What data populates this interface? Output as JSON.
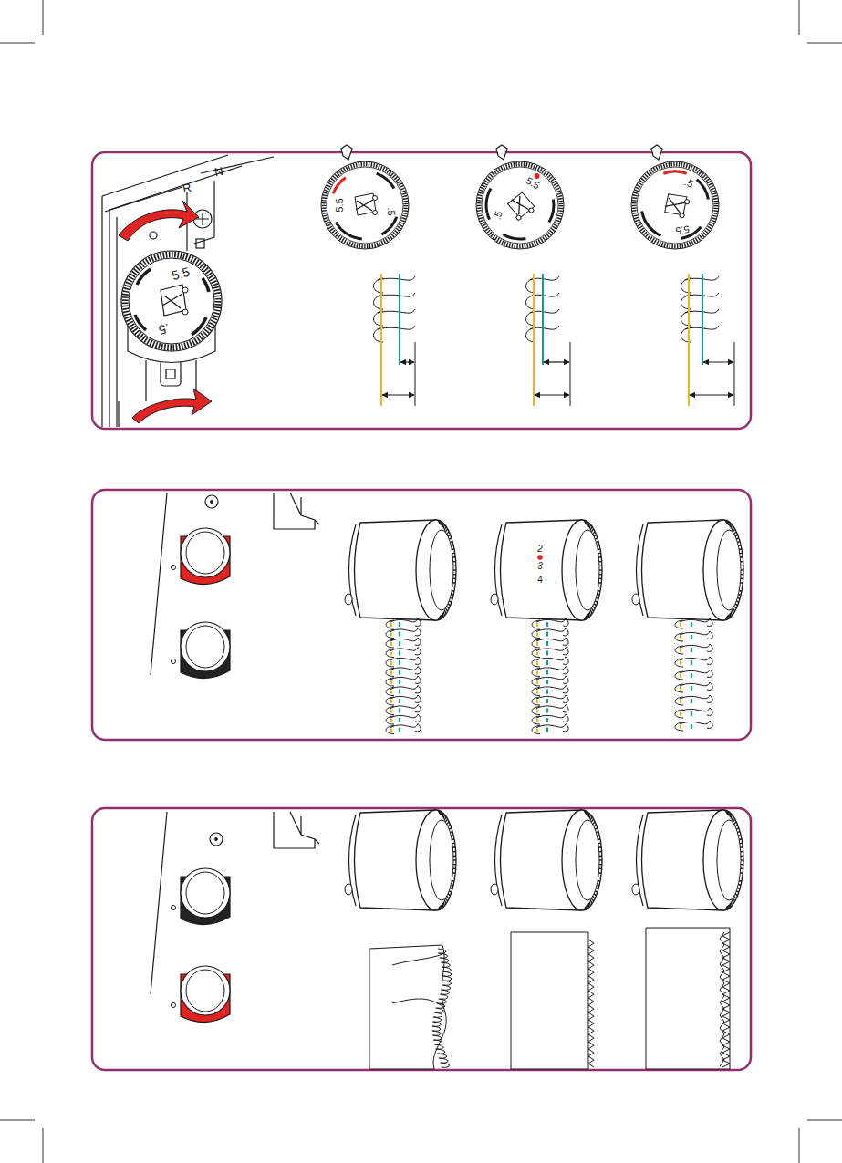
{
  "diagram": {
    "labels": [
      "N",
      "R",
      "5.5",
      ".5",
      "5.5",
      ".5",
      "5.5",
      ".5",
      ".5",
      "5.5",
      "2",
      "3",
      "4"
    ]
  }
}
